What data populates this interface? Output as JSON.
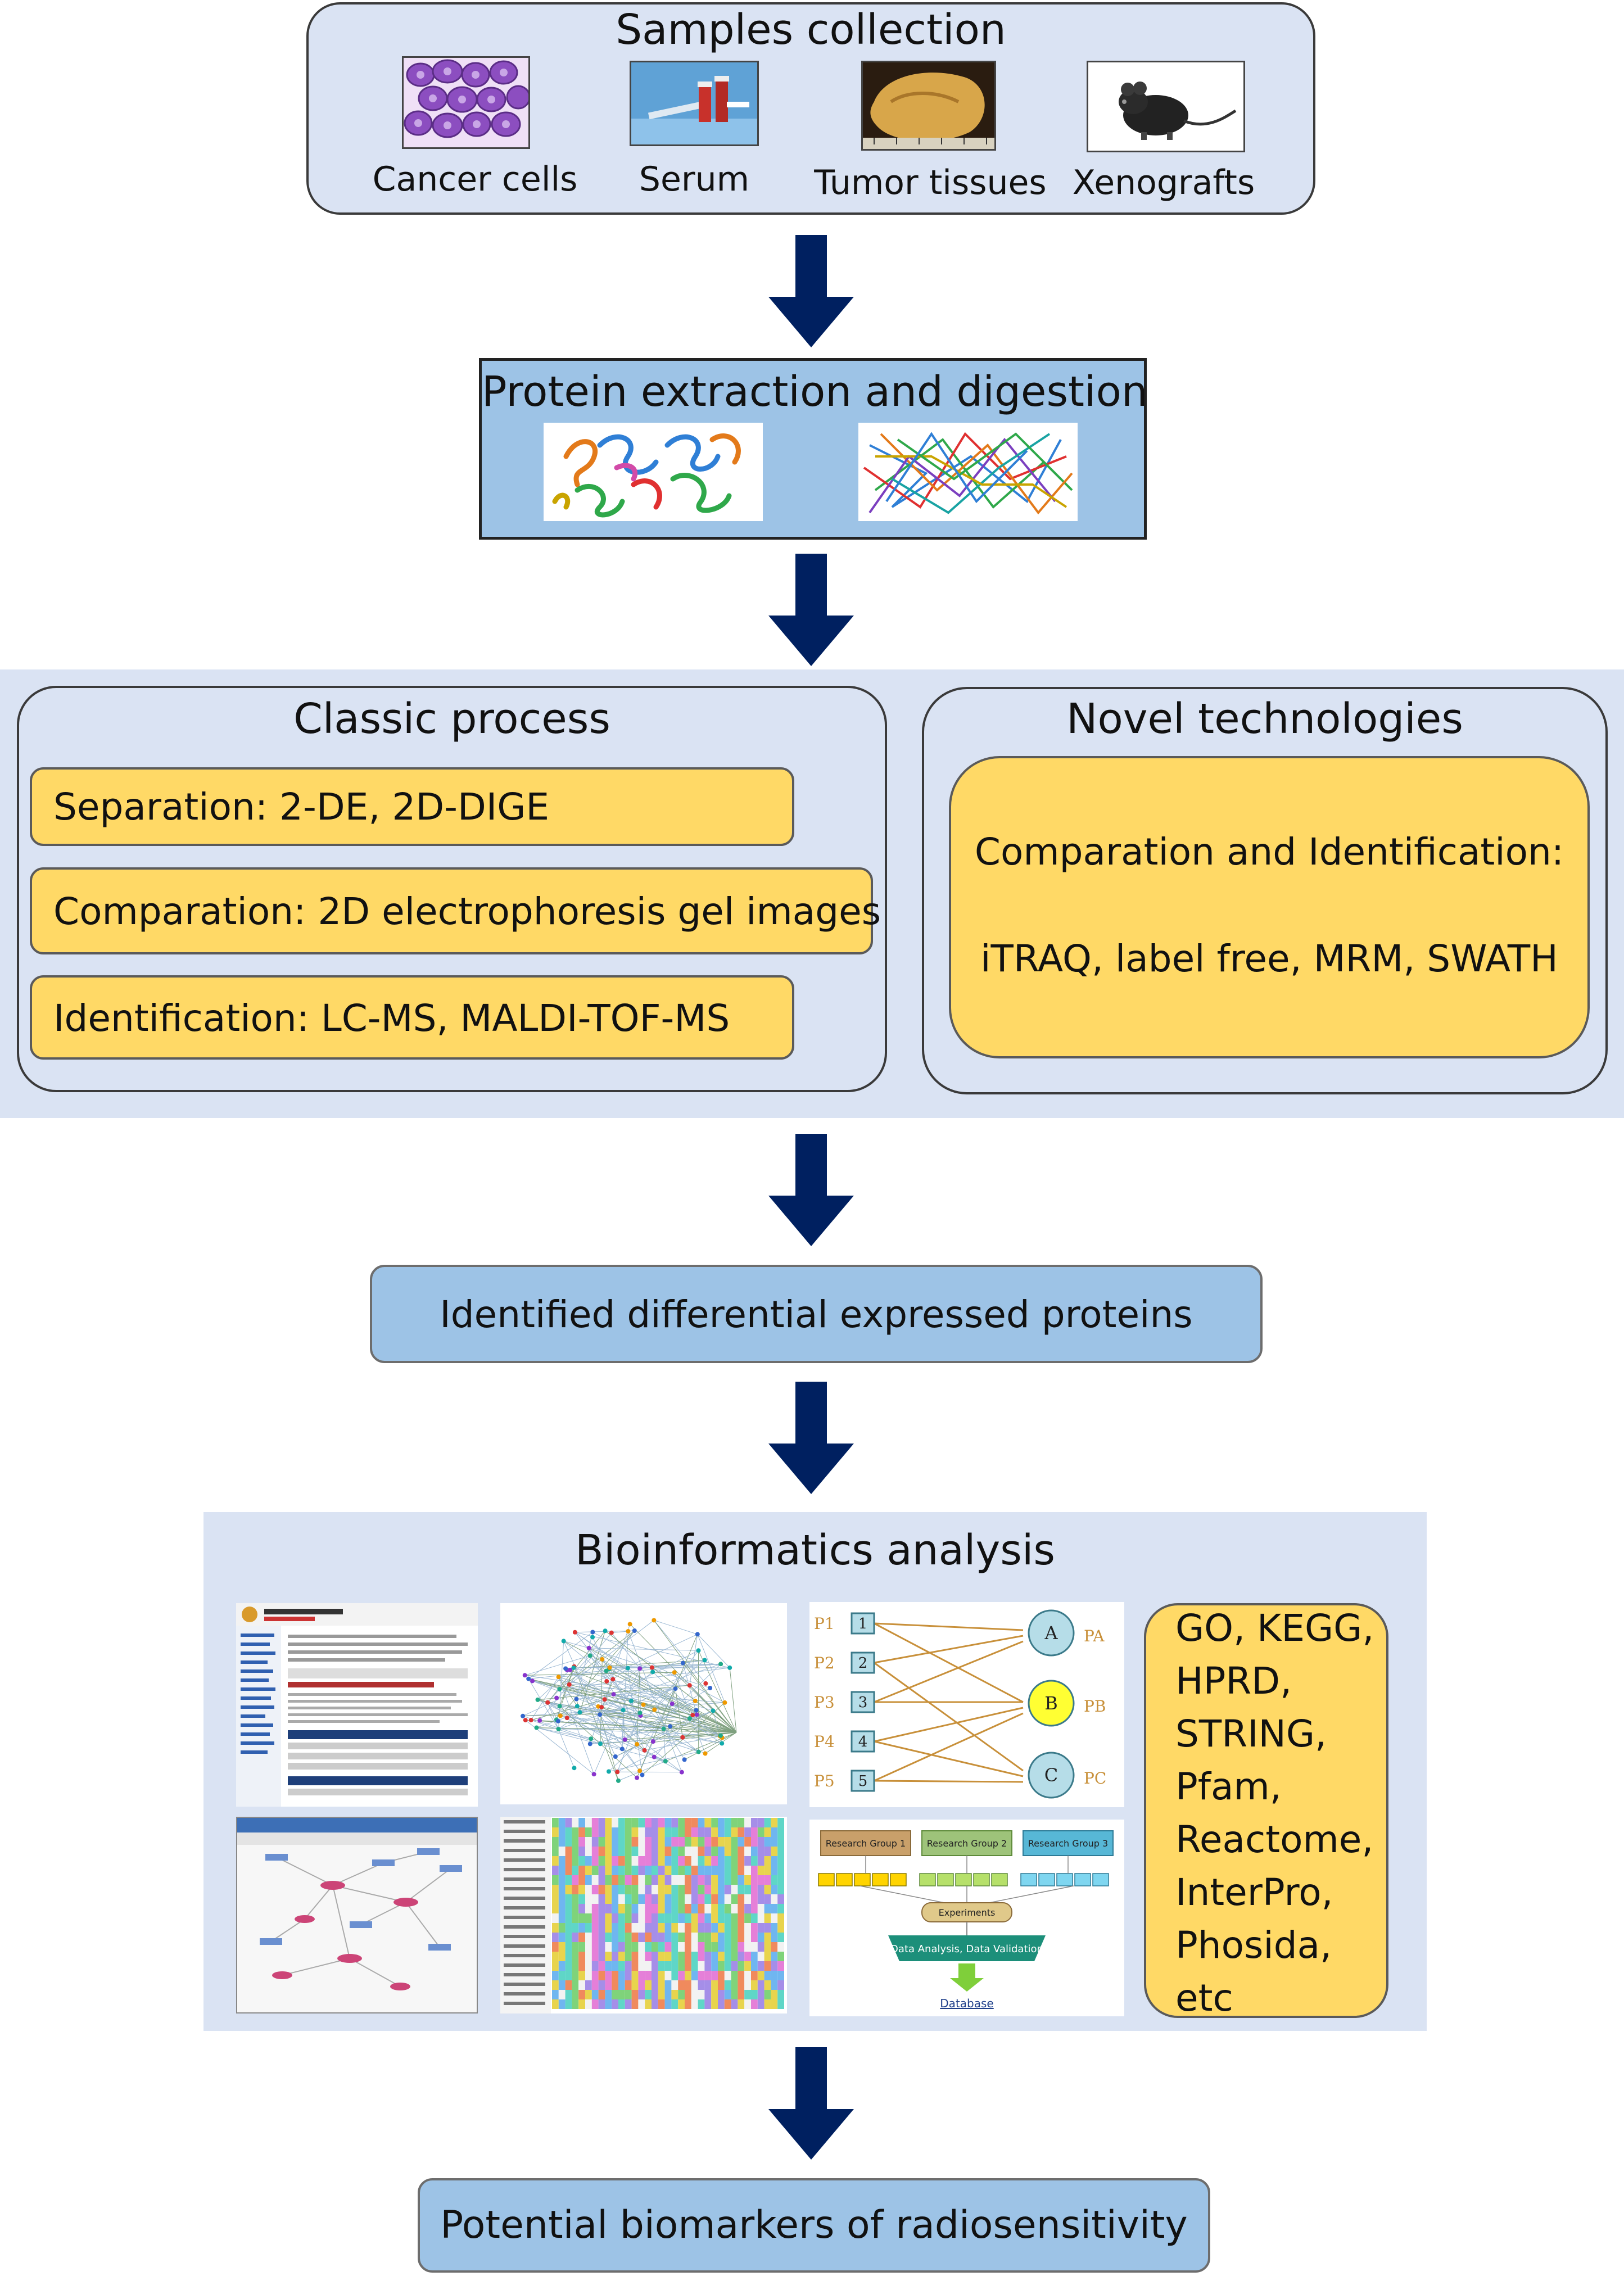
{
  "collection": {
    "title": "Samples collection",
    "items": [
      {
        "label": "Cancer  cells",
        "icon": "cancer-cells-icon"
      },
      {
        "label": "Serum",
        "icon": "serum-icon"
      },
      {
        "label": "Tumor tissues",
        "icon": "tumor-tissue-icon"
      },
      {
        "label": "Xenografts",
        "icon": "mouse-icon"
      }
    ]
  },
  "extraction": {
    "title": "Protein extraction and digestion"
  },
  "classic": {
    "title": "Classic process",
    "steps": [
      "Separation: 2-DE, 2D-DIGE",
      "Comparation: 2D electrophoresis gel images",
      "Identification: LC-MS, MALDI-TOF-MS"
    ]
  },
  "novel": {
    "title": "Novel technologies",
    "line1": "Comparation and Identification:",
    "line2": "iTRAQ, label free, MRM, SWATH"
  },
  "identified": {
    "label": "Identified differential expressed proteins"
  },
  "bioinformatics": {
    "title": "Bioinformatics analysis",
    "databases": [
      "GO,  KEGG,",
      "HPRD,",
      "STRING,",
      "Pfam,",
      "Reactome,",
      "InterPro,",
      "Phosida,",
      "etc"
    ],
    "bipartite": {
      "left": [
        "P1",
        "P2",
        "P3",
        "P4",
        "P5"
      ],
      "numbers": [
        "1",
        "2",
        "3",
        "4",
        "5"
      ],
      "nodes": [
        "A",
        "B",
        "C"
      ],
      "right": [
        "PA",
        "PB",
        "PC"
      ]
    },
    "workflow": {
      "groups": [
        "Research Group 1",
        "Research Group 2",
        "Research Group 3"
      ],
      "experiments": "Experiments",
      "analysis": "Data Analysis, Data Validation",
      "database": "Database"
    }
  },
  "result": {
    "label": "Potential biomarkers of radiosensitivity"
  },
  "colors": {
    "light_blue": "#dae3f3",
    "mid_blue": "#9dc3e6",
    "yellow": "#ffd966",
    "arrow": "#002060"
  }
}
